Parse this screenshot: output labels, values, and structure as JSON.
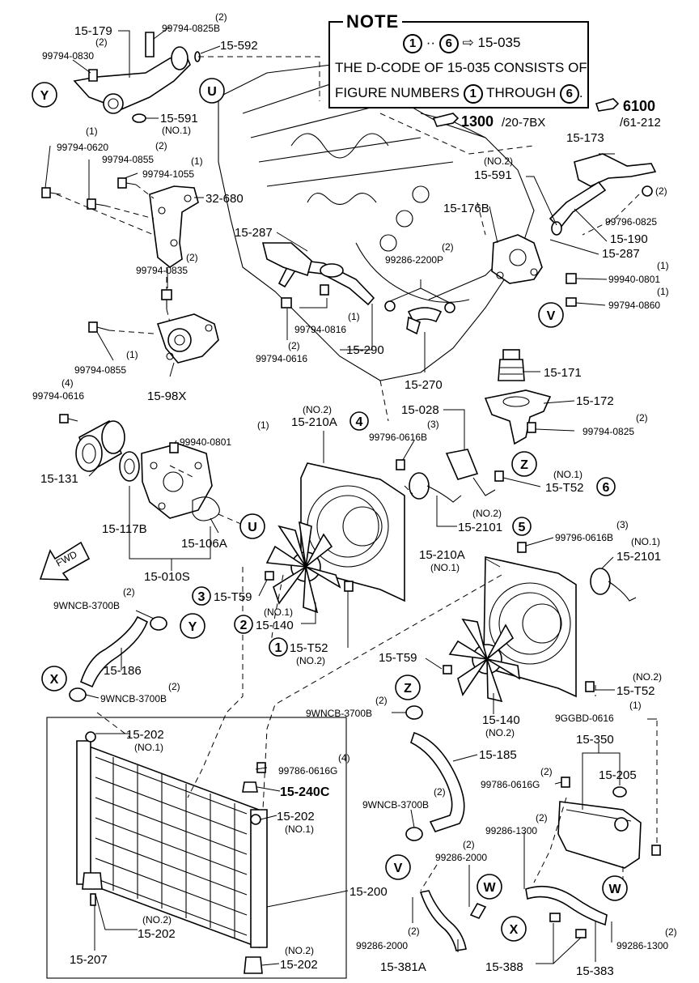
{
  "note": {
    "title": "NOTE",
    "range_start": "1",
    "range_sep": "··",
    "range_end": "6",
    "arrow": "⇨",
    "range_code": "15-035",
    "line2": "THE D-CODE OF  15-035  CONSISTS OF",
    "line3_a": "FIGURE NUMBERS",
    "line3_b": "THROUGH",
    "line3_c": "."
  },
  "refs": {
    "r1300": "1300",
    "r1300_sub": "/20-7BX",
    "r6100": "6100",
    "r6100_sub": "/61-212"
  },
  "callouts": [
    "1",
    "2",
    "3",
    "4",
    "5",
    "6",
    "Y",
    "U",
    "V",
    "Z",
    "X",
    "W"
  ],
  "labels": {
    "p15_179": "15-179",
    "p99794_0825b": "99794-0825B",
    "q2a": "(2)",
    "p15_592": "15-592",
    "p99794_0830": "99794-0830",
    "q2b": "(2)",
    "p15_591": "15-591",
    "no1a": "(NO.1)",
    "p99794_0620": "99794-0620",
    "q1a": "(1)",
    "p99794_0855a": "99794-0855",
    "q2c": "(2)",
    "p99794_1055": "99794-1055",
    "q1b": "(1)",
    "p32_680": "32-680",
    "p15_287a": "15-287",
    "p99794_0835": "99794-0835",
    "q2d": "(2)",
    "p99794_0855b": "99794-0855",
    "q1c": "(1)",
    "p99794_0616a": "99794-0616",
    "q4a": "(4)",
    "p15_98x": "15-98X",
    "p99794_0816": "99794-0816",
    "q1d": "(1)",
    "p99794_0616b": "99794-0616",
    "q2e": "(2)",
    "p15_290": "15-290",
    "p15_270": "15-270",
    "p99286_2200p": "99286-2200P",
    "q2f": "(2)",
    "p15_176b": "15-176B",
    "p15_591b": "15-591",
    "no2a": "(NO.2)",
    "p15_173": "15-173",
    "p99796_0825": "99796-0825",
    "q2g": "(2)",
    "p15_190": "15-190",
    "p15_287b": "15-287",
    "p99940_0801a": "99940-0801",
    "q1e": "(1)",
    "p99794_0860": "99794-0860",
    "q1f": "(1)",
    "p15_171": "15-171",
    "p15_172": "15-172",
    "p99794_0825": "99794-0825",
    "q2h": "(2)",
    "p15_028": "15-028",
    "p99796_0616b_a": "99796-0616B",
    "q3a": "(3)",
    "p15_210a_a": "15-210A",
    "no2b": "(NO.2)",
    "p15_t52_a": "15-T52",
    "no1b": "(NO.1)",
    "p15_2101a": "15-2101",
    "no2c": "(NO.2)",
    "p99796_0616b_b": "99796-0616B",
    "q3b": "(3)",
    "p15_2101b": "15-2101",
    "no1c": "(NO.1)",
    "p15_210a_b": "15-210A",
    "no1d": "(NO.1)",
    "p99940_0801b": "99940-0801",
    "q1g": "(1)",
    "p15_131": "15-131",
    "p15_117b": "15-117B",
    "p15_106a": "15-106A",
    "p15_010s": "15-010S",
    "p15_t59a": "15-T59",
    "p15_140a": "15-140",
    "no1e": "(NO.1)",
    "p15_t52_b": "15-T52",
    "no2d": "(NO.2)",
    "p9wncb_a": "9WNCB-3700B",
    "q2i": "(2)",
    "p15_186": "15-186",
    "p9wncb_b": "9WNCB-3700B",
    "q2j": "(2)",
    "p15_t59b": "15-T59",
    "p15_140b": "15-140",
    "no2e": "(NO.2)",
    "p15_t52_c": "15-T52",
    "no2f": "(NO.2)",
    "p9ggbd": "9GGBD-0616",
    "q1h": "(1)",
    "p9wncb_c": "9WNCB-3700B",
    "q2k": "(2)",
    "p15_185": "15-185",
    "p15_350": "15-350",
    "p15_205": "15-205",
    "p99786_0616g_a": "99786-0616G",
    "q2l": "(2)",
    "p15_202a": "15-202",
    "no1f": "(NO.1)",
    "p99786_0616g_b": "99786-0616G",
    "q4b": "(4)",
    "p15_240c": "15-240C",
    "p15_202b": "15-202",
    "no1g": "(NO.1)",
    "p9wncb_d": "9WNCB-3700B",
    "q2m": "(2)",
    "p99286_1300a": "99286-1300",
    "q2n": "(2)",
    "p99286_2000a": "99286-2000",
    "q2o": "(2)",
    "p15_200": "15-200",
    "p15_202c": "15-202",
    "no2g": "(NO.2)",
    "p15_207": "15-207",
    "p15_202d": "15-202",
    "no2h": "(NO.2)",
    "p99286_2000b": "99286-2000",
    "q2p": "(2)",
    "p15_381a": "15-381A",
    "p15_388": "15-388",
    "p15_383": "15-383",
    "p99286_1300b": "99286-1300",
    "q2q": "(2)",
    "fwd": "FWD"
  }
}
